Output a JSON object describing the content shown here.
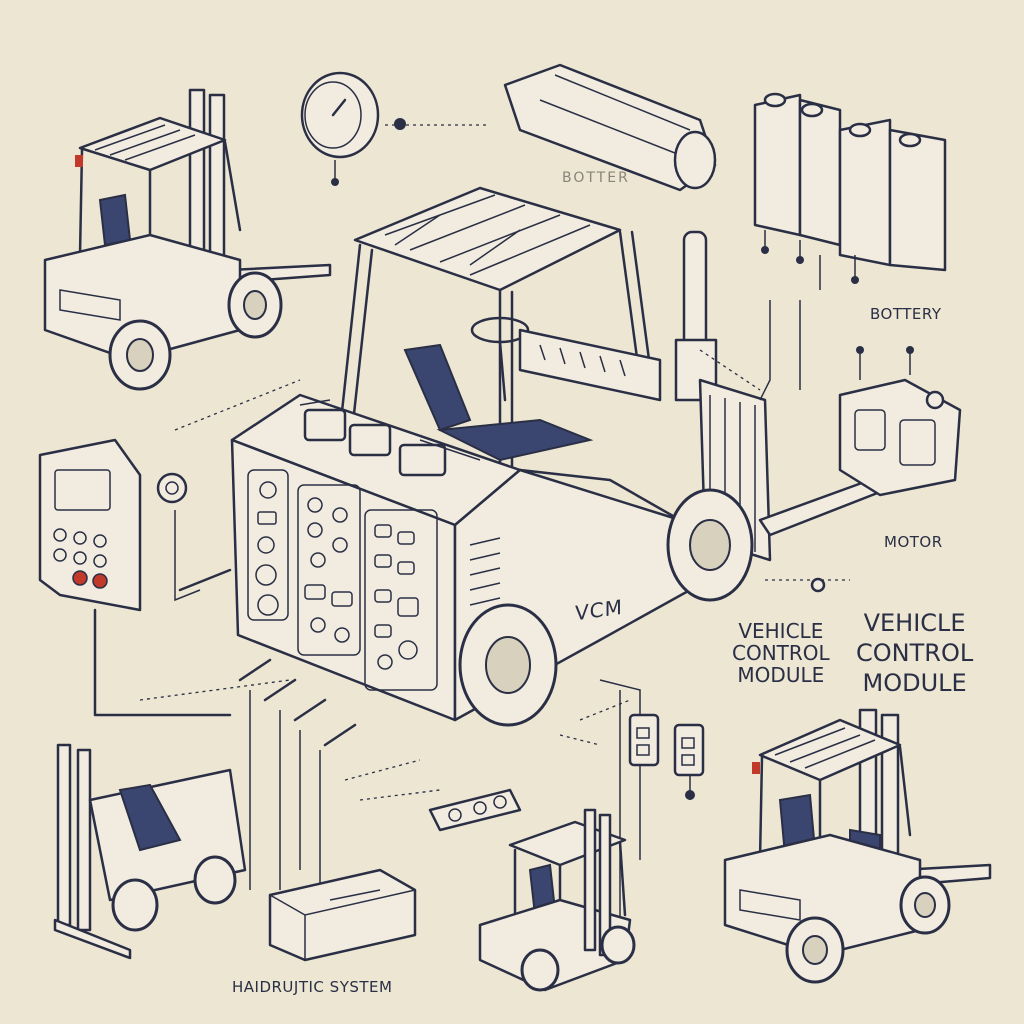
{
  "labels": {
    "battery_top": "BOTTER",
    "battery_right": "BOTTERY",
    "motor": "MOTOR",
    "vcm": "VCM",
    "callout_left": [
      "VEHICLE",
      "CONTROL",
      "MODULE"
    ],
    "callout_right": [
      "VEHICLE",
      "CONTROL",
      "MODULE"
    ],
    "hydraulic": "HAIDRUJTIC SYSTEM"
  },
  "colors": {
    "background": "#ece6d3",
    "ink": "#2a2f45",
    "seat": "#3b4670",
    "panel": "#f1ecdf",
    "accent_red": "#c0392b"
  },
  "components": {
    "forklifts": 4,
    "connector_types": [
      "gauge",
      "battery-cells",
      "motor",
      "controller-keypad",
      "switch-modules",
      "hydraulic-tank"
    ]
  }
}
